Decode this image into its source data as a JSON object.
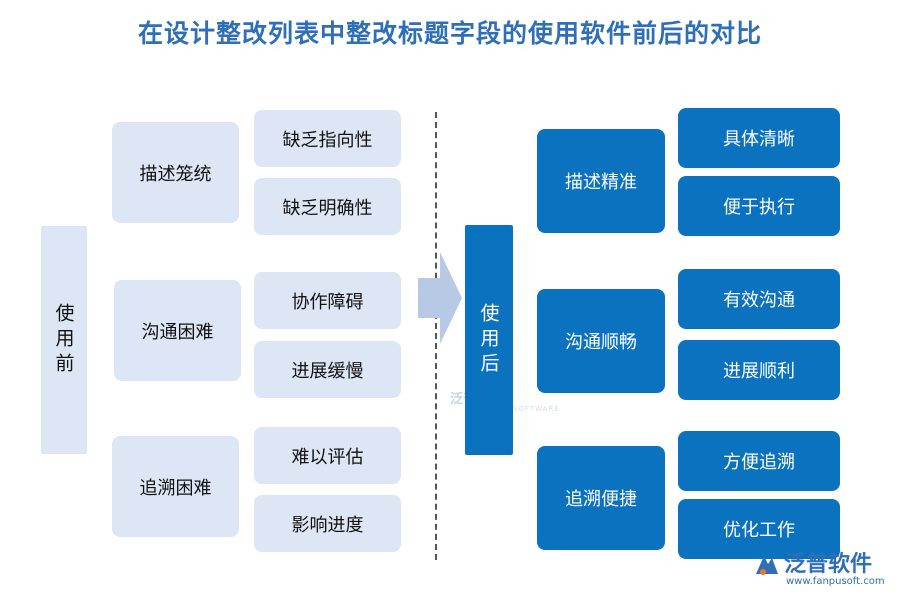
{
  "title": "在设计整改列表中整改标题字段的使用软件前后的对比",
  "before": {
    "label": "使用前",
    "groups": [
      {
        "name": "描述笼统",
        "items": [
          "缺乏指向性",
          "缺乏明确性"
        ]
      },
      {
        "name": "沟通困难",
        "items": [
          "协作障碍",
          "进展缓慢"
        ]
      },
      {
        "name": "追溯困难",
        "items": [
          "难以评估",
          "影响进度"
        ]
      }
    ]
  },
  "after": {
    "label": "使用后",
    "groups": [
      {
        "name": "描述精准",
        "items": [
          "具体清晰",
          "便于执行"
        ]
      },
      {
        "name": "沟通顺畅",
        "items": [
          "有效沟通",
          "进展顺利"
        ]
      },
      {
        "name": "追溯便捷",
        "items": [
          "方便追溯",
          "优化工作"
        ]
      }
    ]
  },
  "watermark": {
    "text": "泛普软件",
    "sub": "FANPU SOFTWARE"
  },
  "logo": {
    "name": "泛普软件",
    "url": "www.fanpusoft.com"
  },
  "colors": {
    "title": "#2e6fb7",
    "light_box": "#dde6f5",
    "dark_box": "#0a72bf",
    "arrow": "#b8c9e6"
  }
}
